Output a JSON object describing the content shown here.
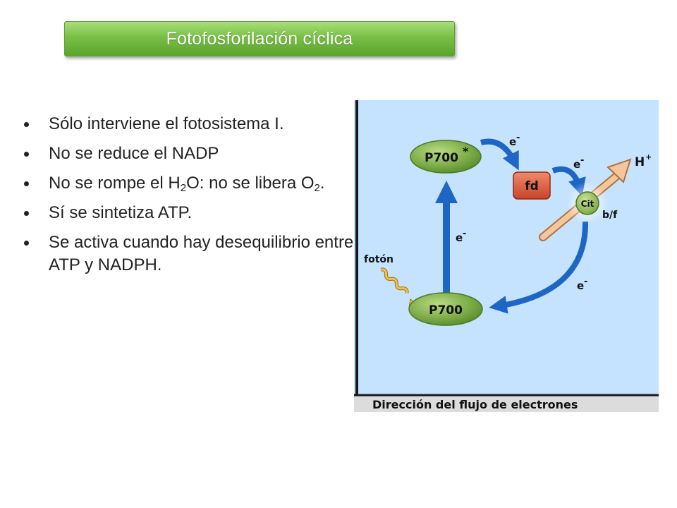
{
  "slide": {
    "title": "Fotofosforilación cíclica",
    "bullets": {
      "b1": "Sólo interviene el fotosistema I.",
      "b2": "No se reduce el NADP",
      "b3_pre": "No se rompe el H",
      "b3_sub1": "2",
      "b3_mid": "O: no se libera O",
      "b3_sub2": "2",
      "b3_post": ".",
      "b4": "Sí se sintetiza ATP.",
      "b5": "Se activa cuando hay desequilibrio entre ATP y NADPH."
    }
  },
  "diagram": {
    "p700_excited": "P700",
    "p700_excited_star": "*",
    "p700": "P700",
    "fd": "fd",
    "cit": "Cit",
    "bf": "b/f",
    "h_plus": "H",
    "h_plus_sup": "+",
    "foton": "fotón",
    "e_label": "e",
    "e_sup": "-",
    "caption": "Dirección del flujo de electrones",
    "colors": {
      "panel": "#c5e2ff",
      "ellipse": "#7fae49",
      "fd_box": "#e05c3c",
      "arrow_blue": "#1e66c4",
      "arrow_tan": "#f0c090",
      "caption_bg": "#dcdcdc"
    }
  }
}
